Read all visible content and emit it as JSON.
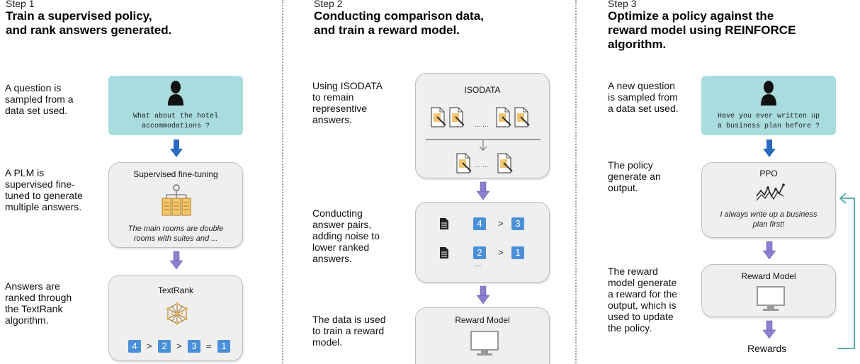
{
  "colors": {
    "question_box": "#a9dcdf",
    "arrow_blue": "#2a6bc2",
    "arrow_purple": "#8c7fcf",
    "num_box": "#4a90d9",
    "feedback_arrow": "#5ab0b0"
  },
  "step1": {
    "label": "Step 1",
    "title_line1": "Train a supervised policy,",
    "title_line2": "and rank answers generated.",
    "desc1": [
      "A question is",
      "sampled from a",
      "data set used."
    ],
    "desc2": [
      "A PLM is",
      "supervised fine-",
      "tuned to generate",
      "multiple answers."
    ],
    "desc3": [
      "Answers are",
      "ranked through",
      "the TextRank",
      "algorithm."
    ],
    "question_line1": "What about the hotel",
    "question_line2": "accommodations ?",
    "sft_title": "Supervised fine-tuning",
    "sft_output_line1": "The main rooms are double",
    "sft_output_line2": "rooms with suites and ...",
    "textrank_title": "TextRank",
    "ranking": {
      "n1": "4",
      "op1": ">",
      "n2": "2",
      "op2": ">",
      "n3": "3",
      "op3": "=",
      "n4": "1"
    }
  },
  "step2": {
    "label": "Step 2",
    "title_line1": "Conducting comparison data,",
    "title_line2": "and train a reward model.",
    "desc1": [
      "Using ISODATA",
      "to remain",
      "representive",
      "answers."
    ],
    "desc2": [
      "Conducting",
      "answer pairs,",
      "adding noise to",
      "lower ranked",
      "answers."
    ],
    "desc3": [
      "The data is used",
      "to train a reward",
      "model."
    ],
    "isodata_title": "ISODATA",
    "dots_top": "... ...",
    "dots_bottom": "... ...",
    "pair1": {
      "a": "4",
      "op": ">",
      "b": "3"
    },
    "pair2": {
      "a": "2",
      "op": ">",
      "b": "1"
    },
    "pairs_dots": "...",
    "reward_title": "Reward Model"
  },
  "step3": {
    "label": "Step 3",
    "title_line1": "Optimize a policy against the",
    "title_line2": "reward model using REINFORCE",
    "title_line3": "algorithm.",
    "desc1": [
      "A new question",
      "is sampled from",
      "a data set used."
    ],
    "desc2": [
      "The policy",
      "generate an",
      "output."
    ],
    "desc3": [
      "The reward",
      "model generate",
      "a reward for the",
      "output, which is",
      "used to update",
      "the policy."
    ],
    "question_line1": "Have you ever written up",
    "question_line2": "a business plan before ?",
    "ppo_title": "PPO",
    "ppo_output_line1": "I always write up a business",
    "ppo_output_line2": "plan first!",
    "reward_title": "Reward Model",
    "rewards_label": "Rewards"
  }
}
